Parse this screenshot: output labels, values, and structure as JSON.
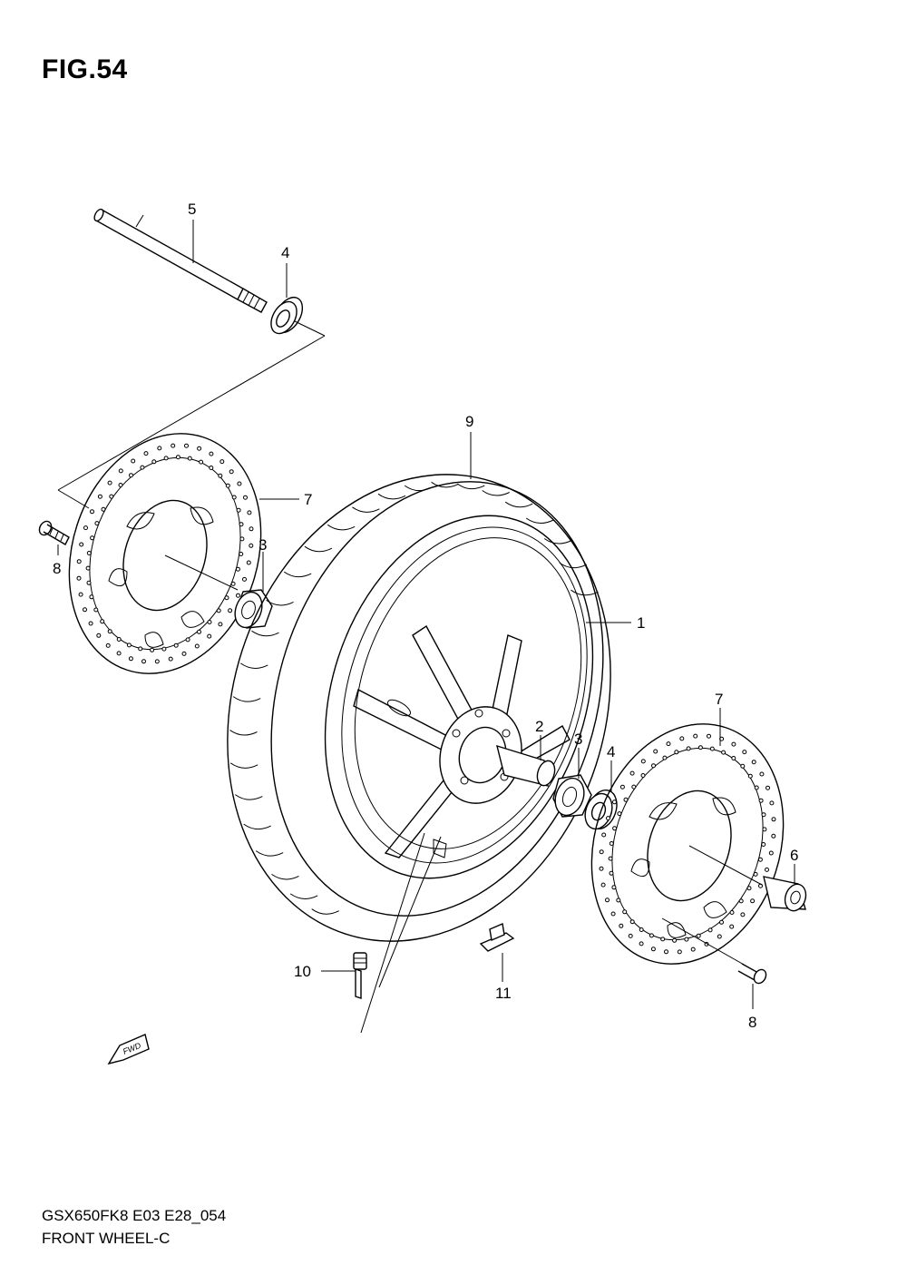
{
  "figure": {
    "title": "FIG.54"
  },
  "callouts": {
    "c1": "1",
    "c2": "2",
    "c3a": "3",
    "c3b": "3",
    "c4a": "4",
    "c4b": "4",
    "c5": "5",
    "c6": "6",
    "c7a": "7",
    "c7b": "7",
    "c8a": "8",
    "c8b": "8",
    "c9": "9",
    "c10": "10",
    "c11": "11"
  },
  "badge": {
    "fwd": "FWD"
  },
  "footer": {
    "code": "GSX650FK8 E03 E28_054",
    "name": "FRONT WHEEL-C"
  }
}
